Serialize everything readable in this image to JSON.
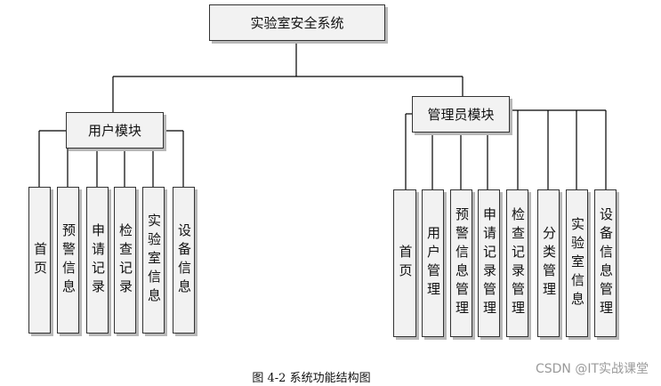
{
  "root": {
    "label": "实验室安全系统"
  },
  "user_module": {
    "label": "用户模块",
    "children": [
      "首页",
      "预警信息",
      "申请记录",
      "检查记录",
      "实验室信息",
      "设备信息"
    ]
  },
  "admin_module": {
    "label": "管理员模块",
    "children": [
      "首页",
      "用户管理",
      "预警信息管理",
      "申请记录管理",
      "检查记录管理",
      "分类管理",
      "实验室信息",
      "设备信息管理"
    ]
  },
  "caption": "图 4-2 系统功能结构图",
  "watermark": "CSDN @IT实战课堂",
  "colors": {
    "box_fill": "#f2f2f2",
    "box_border": "#333333",
    "shadow": "#b8b8b8",
    "line": "#000000"
  }
}
